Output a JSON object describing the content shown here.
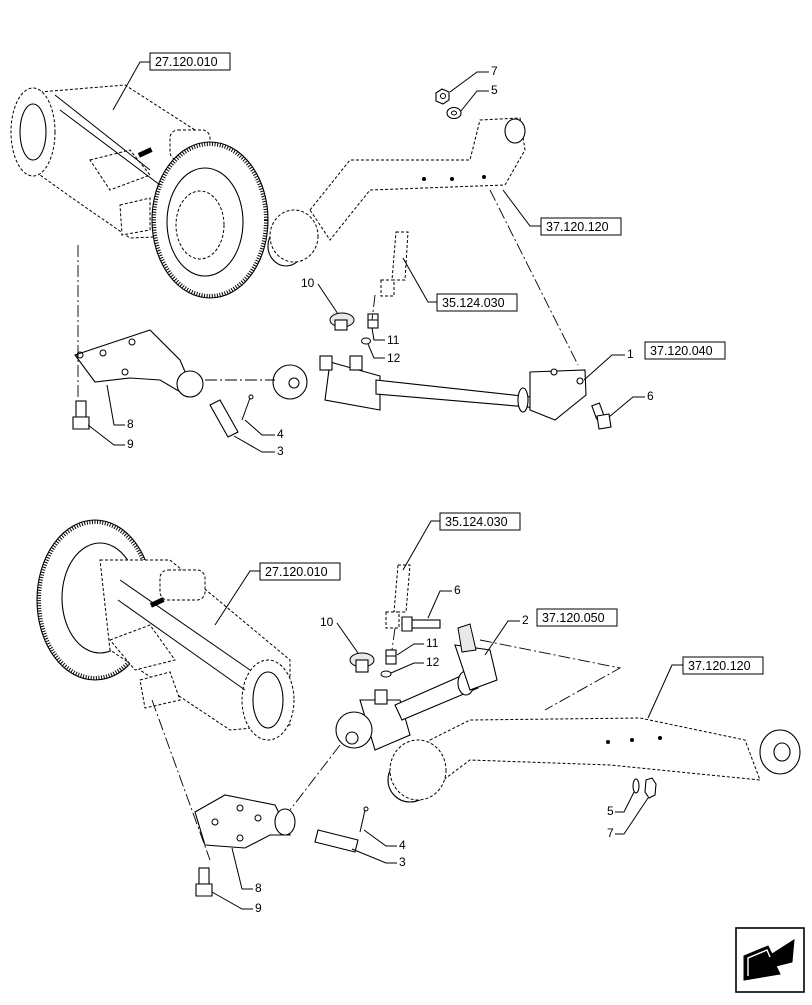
{
  "upper": {
    "refs": {
      "axle": "27.120.010",
      "beam": "37.120.120",
      "hose": "35.124.030",
      "cylinder": "37.120.040"
    },
    "labels": {
      "p1": "1",
      "p3": "3",
      "p4": "4",
      "p5": "5",
      "p6": "6",
      "p7": "7",
      "p8": "8",
      "p9": "9",
      "p10": "10",
      "p11": "11",
      "p12": "12"
    }
  },
  "lower": {
    "refs": {
      "axle": "27.120.010",
      "hose": "35.124.030",
      "cylinder": "37.120.050",
      "beam": "37.120.120"
    },
    "labels": {
      "p2": "2",
      "p3": "3",
      "p4": "4",
      "p5": "5",
      "p6": "6",
      "p7": "7",
      "p8": "8",
      "p9": "9",
      "p10": "10",
      "p11": "11",
      "p12": "12"
    }
  },
  "nav": {
    "icon": "next-page-arrow-icon"
  }
}
